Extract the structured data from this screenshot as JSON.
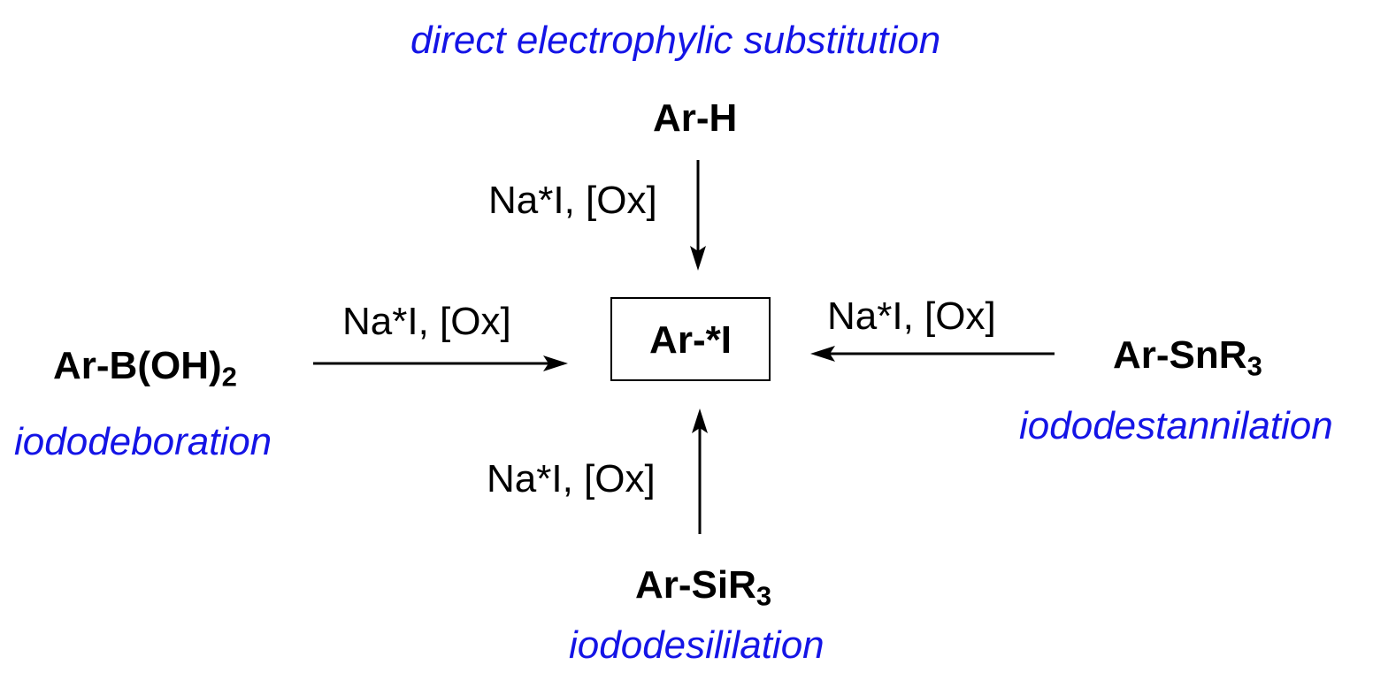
{
  "colors": {
    "method_label": "#1414e6",
    "compound": "#000000",
    "arrow": "#000000"
  },
  "top": {
    "method": "direct electrophylic substitution",
    "compound_main": "Ar-H",
    "reagent": "Na*I, [Ox]"
  },
  "left": {
    "method": "iododeboration",
    "compound_main": "Ar-B(OH)",
    "compound_sub": "2",
    "reagent": "Na*I, [Ox]"
  },
  "right": {
    "method": "iododestannilation",
    "compound_main": "Ar-SnR",
    "compound_sub": "3",
    "reagent": "Na*I, [Ox]"
  },
  "bottom": {
    "method": "iododesililation",
    "compound_main": "Ar-SiR",
    "compound_sub": "3",
    "reagent": "Na*I, [Ox]"
  },
  "product": {
    "label": "Ar-*I"
  }
}
